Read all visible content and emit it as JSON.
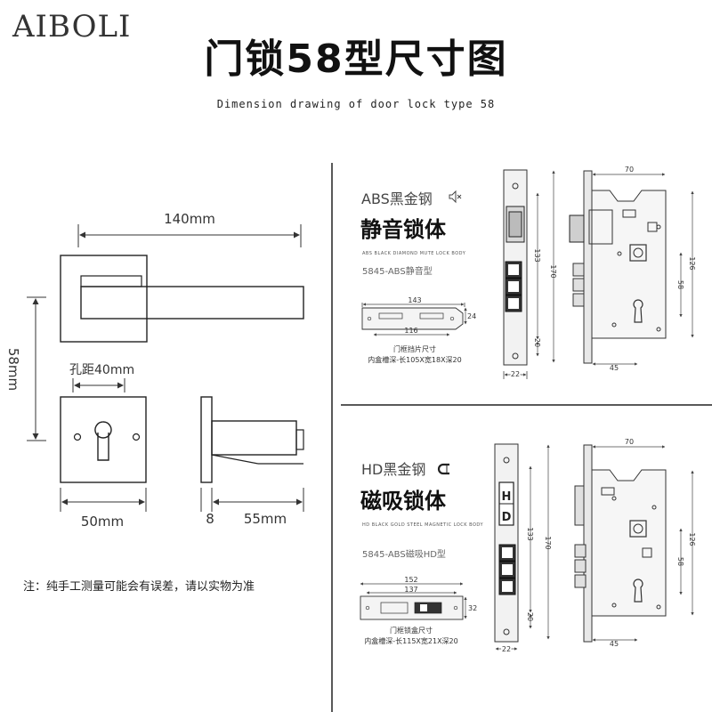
{
  "brand": "AIBOLI",
  "title": "门锁58型尺寸图",
  "subtitle": "Dimension drawing of door lock type 58",
  "note": "注：纯手工测量可能会有误差，请以实物为准",
  "handle_dims": {
    "width": "140mm",
    "height": "58mm",
    "hole_distance": "孔距40mm",
    "plate_width": "50mm",
    "plate_thickness": "8",
    "projection": "55mm"
  },
  "abs_body": {
    "category": "ABS黑金钢",
    "name": "静音锁体",
    "tagline": "ABS BLACK DIAMOND MUTE LOCK BODY",
    "model": "5845-ABS静音型",
    "strike_length": "143",
    "strike_inner": "116",
    "strike_height": "24",
    "strike_caption": "门框挡片尺寸",
    "pocket_size": "内盒槽深-长105X宽18X深20",
    "faceplate_width": "22",
    "dim_133": "133",
    "dim_170": "170",
    "dim_20": "20",
    "dim_70": "70",
    "dim_126": "126",
    "dim_58": "58",
    "dim_45": "45"
  },
  "hd_body": {
    "category": "HD黑金钢",
    "name": "磁吸锁体",
    "tagline": "HD BLACK GOLD STEEL MAGNETIC LOCK BODY",
    "model": "5845-ABS磁吸HD型",
    "letters": [
      "H",
      "D"
    ],
    "strike_length": "152",
    "strike_inner": "137",
    "strike_height": "32",
    "strike_caption": "门框锁盒尺寸",
    "pocket_size": "内盒槽深-长115X宽21X深20",
    "faceplate_width": "22",
    "dim_133": "133",
    "dim_170": "170",
    "dim_20": "20",
    "dim_70": "70",
    "dim_126": "126",
    "dim_58": "58",
    "dim_45": "45"
  }
}
